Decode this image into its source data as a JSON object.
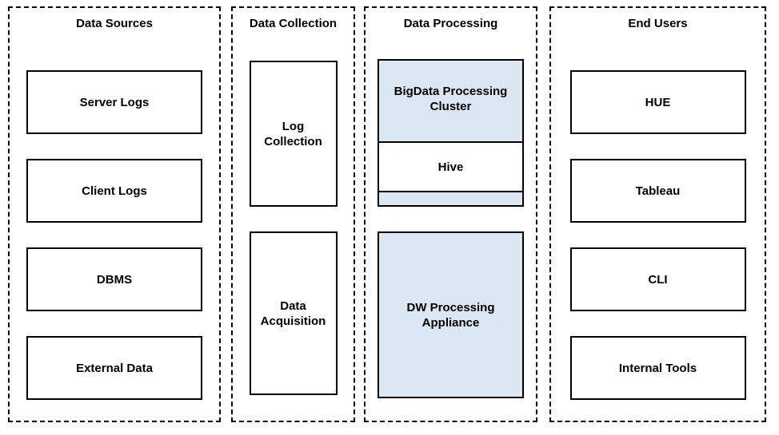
{
  "colors": {
    "highlight_fill": "#dbe8f4",
    "box_fill": "#ffffff",
    "border": "#000000",
    "background": "#ffffff"
  },
  "panels": [
    {
      "title": "Data Sources",
      "boxes": [
        {
          "label": "Server Logs"
        },
        {
          "label": "Client Logs"
        },
        {
          "label": "DBMS"
        },
        {
          "label": "External Data"
        }
      ]
    },
    {
      "title": "Data Collection",
      "boxes": [
        {
          "label": "Log Collection"
        },
        {
          "label": "Data Acquisition"
        }
      ]
    },
    {
      "title": "Data Processing",
      "boxes": [
        {
          "label": "BigData Processing Cluster",
          "child": "Hive",
          "highlighted": true
        },
        {
          "label": "DW Processing Appliance",
          "highlighted": true
        }
      ]
    },
    {
      "title": "End Users",
      "boxes": [
        {
          "label": "HUE"
        },
        {
          "label": "Tableau"
        },
        {
          "label": "CLI"
        },
        {
          "label": "Internal Tools"
        }
      ]
    }
  ]
}
